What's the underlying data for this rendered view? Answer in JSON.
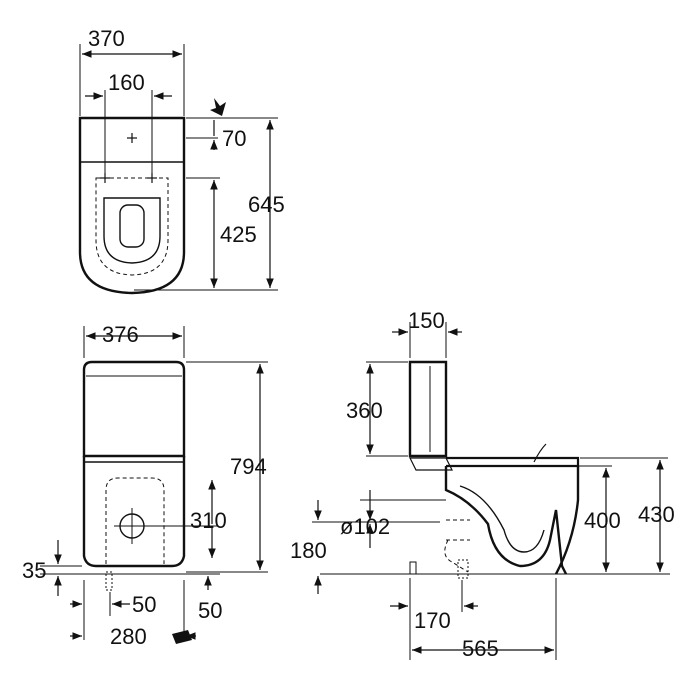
{
  "drawing": {
    "top_view": {
      "width_overall": "370",
      "inlet_spacing": "160",
      "inlet_offset": "70",
      "seat_depth": "425",
      "length_overall": "645"
    },
    "front_view": {
      "width_overall": "376",
      "height_overall": "794",
      "outlet_height": "310",
      "foot_height": "35",
      "inlet_side_offset": "50",
      "inlet_depth": "50",
      "base_width": "280"
    },
    "side_view": {
      "tank_depth": "150",
      "tank_height": "360",
      "pipe_diameter": "ø102",
      "outlet_centre": "180",
      "seat_height": "400",
      "rim_height": "430",
      "wall_offset": "170",
      "projection": "565"
    }
  },
  "colors": {
    "line": "#111111",
    "background": "#ffffff"
  }
}
